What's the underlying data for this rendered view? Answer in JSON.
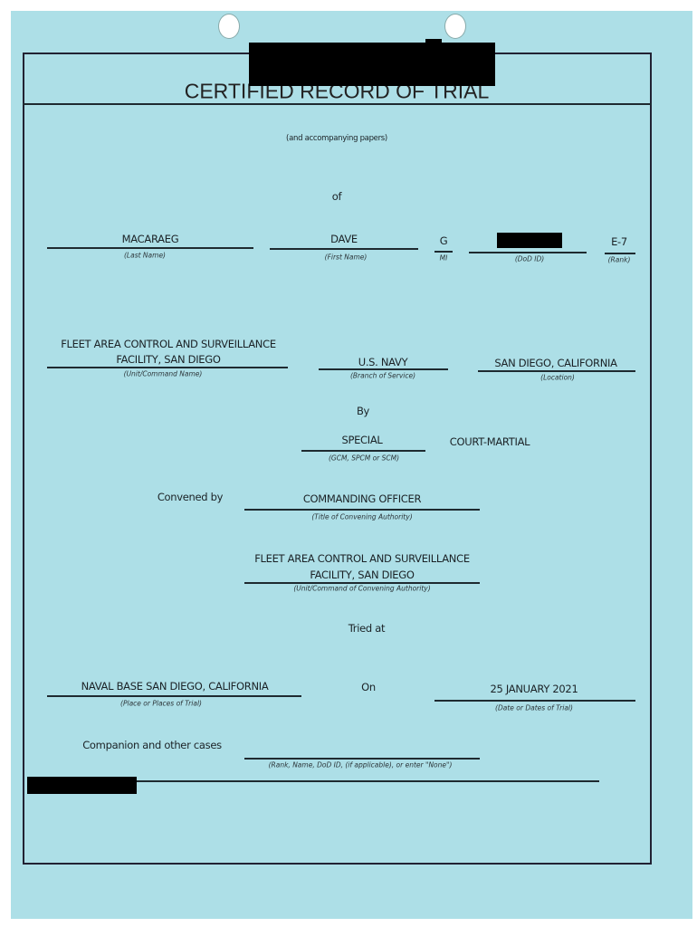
{
  "document": {
    "title": "CERTIFIED RECORD OF TRIAL",
    "subtitle": "(and accompanying papers)",
    "of": "of",
    "accused": {
      "last_name": "MACARAEG",
      "last_name_label": "(Last Name)",
      "first_name": "DAVE",
      "first_name_label": "(First Name)",
      "mi": "G",
      "mi_label": "MI",
      "dod_id_label": "(DoD ID)",
      "rank": "E-7",
      "rank_label": "(Rank)"
    },
    "unit": {
      "line1": "FLEET AREA CONTROL AND SURVEILLANCE",
      "line2": "FACILITY, SAN DIEGO",
      "label": "(Unit/Command Name)"
    },
    "branch": {
      "value": "U.S. NAVY",
      "label": "(Branch of Service)"
    },
    "location": {
      "value": "SAN DIEGO, CALIFORNIA",
      "label": "(Location)"
    },
    "by": "By",
    "court": {
      "type": "SPECIAL",
      "type_label": "(GCM, SPCM or SCM)",
      "suffix": "COURT-MARTIAL"
    },
    "convened": {
      "label_text": "Convened by",
      "value": "COMMANDING OFFICER",
      "label": "(Title of Convening Authority)"
    },
    "convening_unit": {
      "line1": "FLEET AREA CONTROL AND SURVEILLANCE",
      "line2": "FACILITY, SAN DIEGO",
      "label": "(Unit/Command of Convening Authority)"
    },
    "tried_at": "Tried at",
    "place": {
      "value": "NAVAL BASE SAN DIEGO, CALIFORNIA",
      "label": "(Place or Places of Trial)"
    },
    "on": "On",
    "date": {
      "value": "25 JANUARY 2021",
      "label": "(Date or Dates of Trial)"
    },
    "companion": {
      "label_text": "Companion and other cases",
      "label": "(Rank, Name, DoD ID, (if applicable), or enter \"None\")"
    }
  }
}
